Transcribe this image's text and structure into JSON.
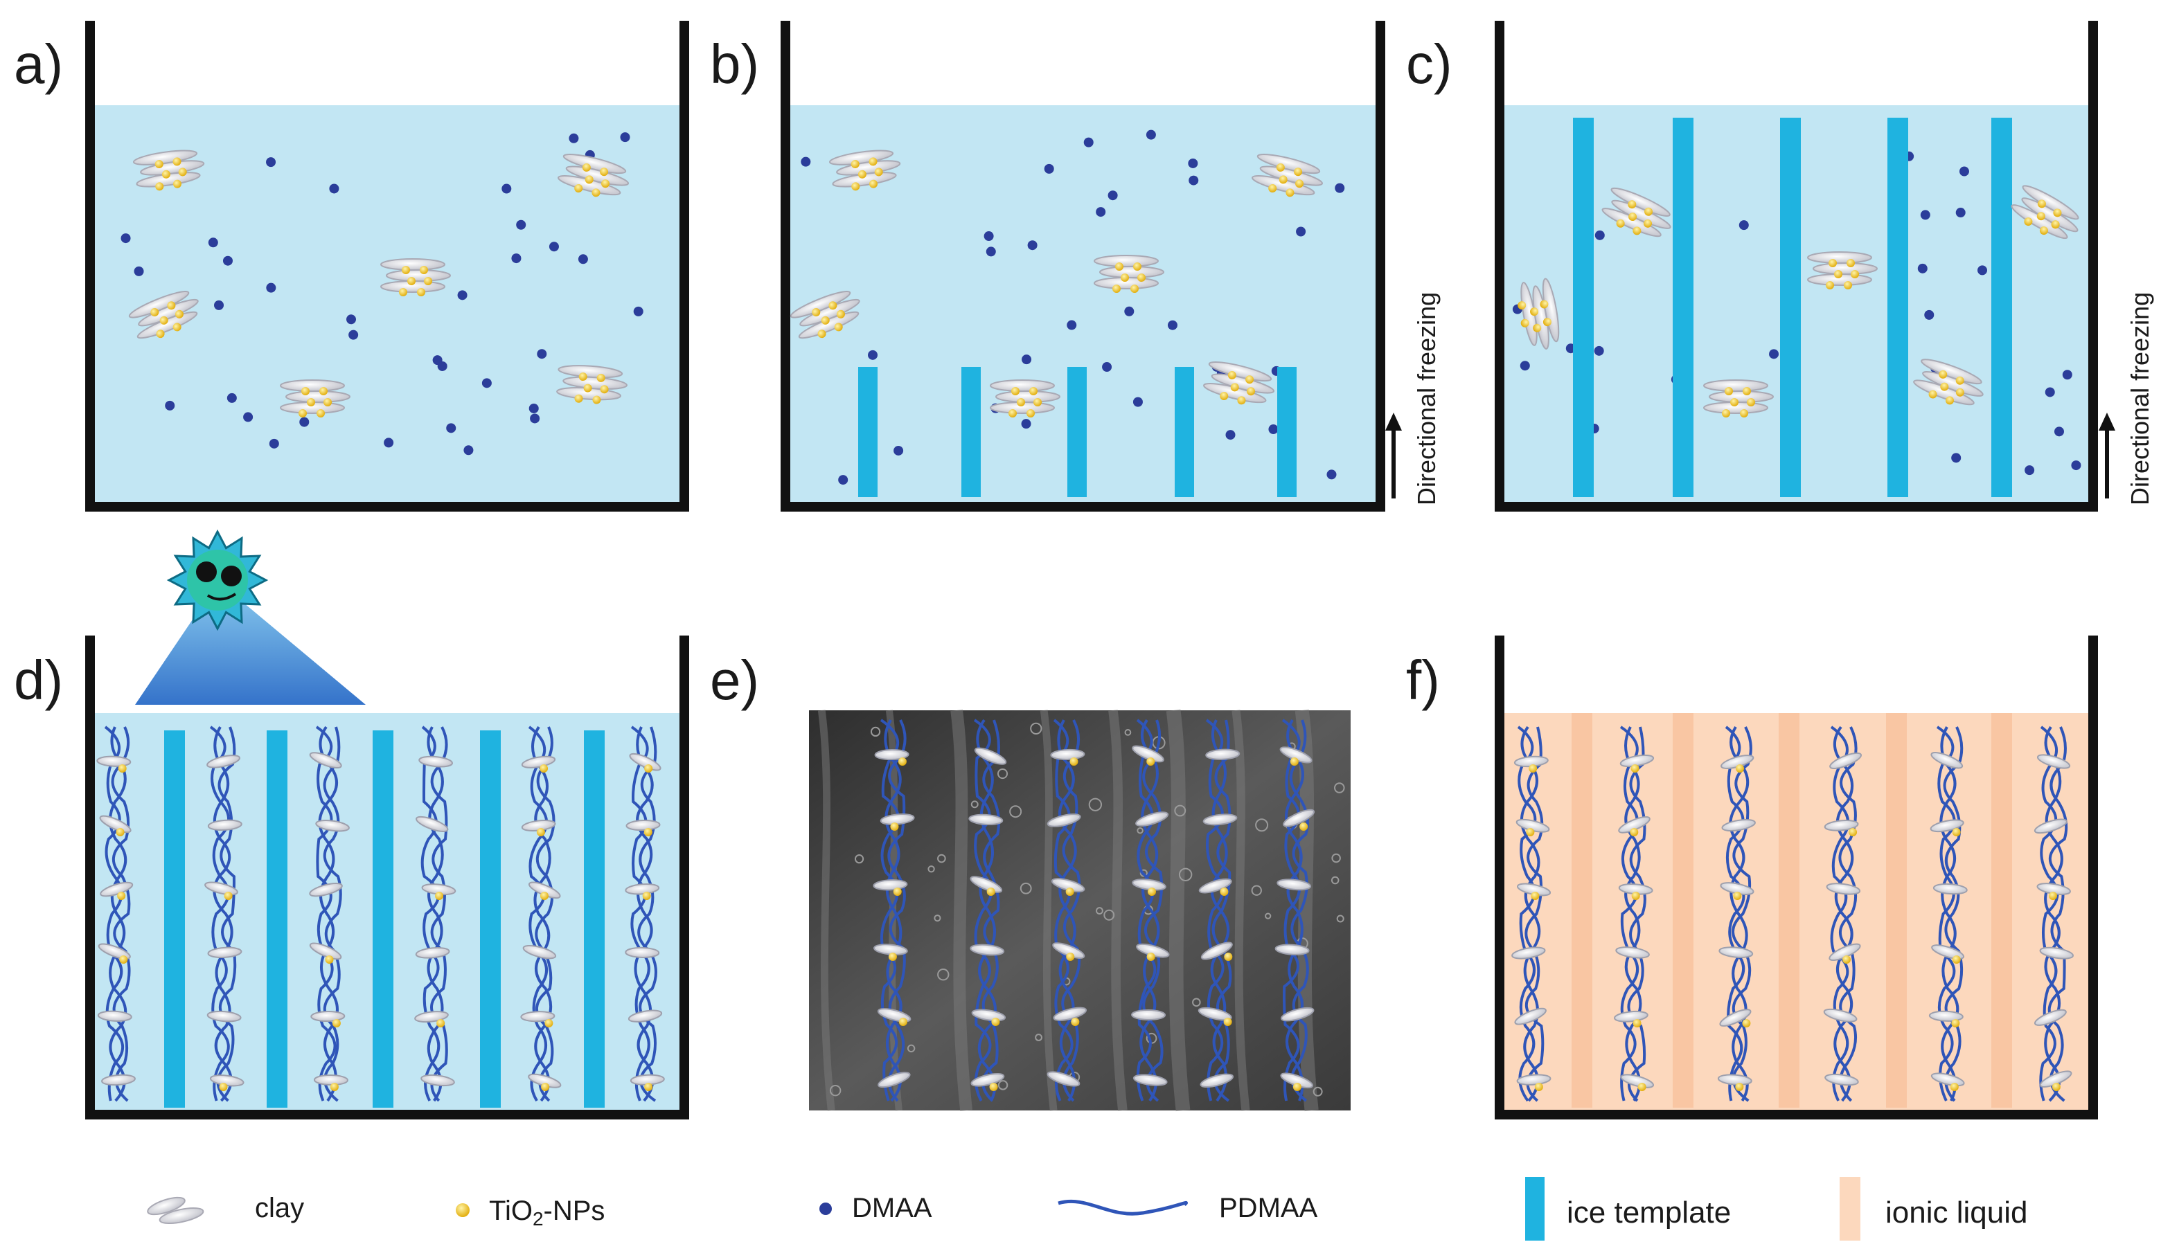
{
  "panels": [
    {
      "id": "a",
      "label": "a)",
      "arrow_text": ""
    },
    {
      "id": "b",
      "label": "b)",
      "arrow_text": "Directional freezing"
    },
    {
      "id": "c",
      "label": "c)",
      "arrow_text": "Directional freezing"
    },
    {
      "id": "d",
      "label": "d)"
    },
    {
      "id": "e",
      "label": "e)"
    },
    {
      "id": "f",
      "label": "f)"
    }
  ],
  "legend": {
    "clay": "clay",
    "tio2_main": "TiO",
    "tio2_sub": "2",
    "tio2_suffix": "-NPs",
    "dmaa": "DMAA",
    "pdmaa": "PDMAA",
    "ice": "ice template",
    "ionic": "ionic liquid"
  },
  "colors": {
    "water": "#c2e6f3",
    "ice": "#1fb3e0",
    "dmaa": "#2b3d9a",
    "pdmaa": "#2f55b8",
    "tio2": "#f2c40f",
    "clay": "#e6e6ea",
    "ionic": "#fcd8bd",
    "ionic_band": "#f8c29c",
    "wall": "#111111",
    "sem": "#4a4a4a"
  }
}
